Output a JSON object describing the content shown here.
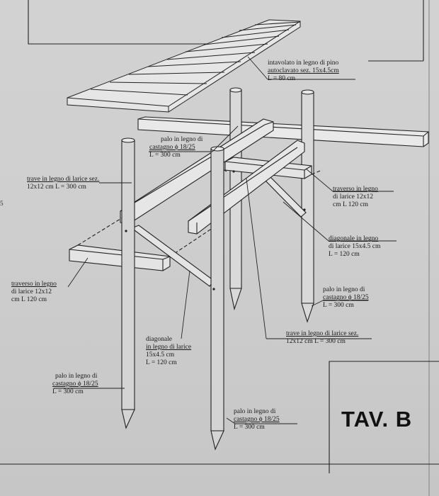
{
  "sheet": {
    "title": "TAV. B"
  },
  "margin_mark": "5",
  "labels": {
    "decking": [
      "intavolato in legno di pino",
      "autoclavato sez. 15x4.5cm",
      "L = 80 cm"
    ],
    "post_top": [
      "palo in legno di",
      "castagno ϕ 18/25",
      "L = 300 cm"
    ],
    "beam_left": [
      "trave in legno di larice sez.",
      "12x12 cm  L = 300 cm"
    ],
    "traverse_right": [
      "traverso in legno",
      "di larice 12x12",
      "cm L 120 cm"
    ],
    "diagonal_right": [
      "diagonale in legno",
      "di larice 15x4.5 cm",
      "L = 120 cm"
    ],
    "traverse_left": [
      "traverso in legno",
      "di larice 12x12",
      "cm L 120 cm"
    ],
    "post_right": [
      "palo in legno di",
      "castagno ϕ 18/25",
      "L = 300 cm"
    ],
    "beam_center": [
      "trave in legno di larice sez.",
      "12x12 cm  L = 300 cm"
    ],
    "diagonal_center": [
      "diagonale",
      "in legno di larice",
      "15x4.5 cm",
      "L = 120 cm"
    ],
    "post_left": [
      "palo in legno di",
      "castagno ϕ 18/25",
      "L = 300 cm"
    ],
    "post_bottom": [
      "palo in legno di",
      "castagno ϕ 18/25",
      "L = 300 cm"
    ]
  }
}
